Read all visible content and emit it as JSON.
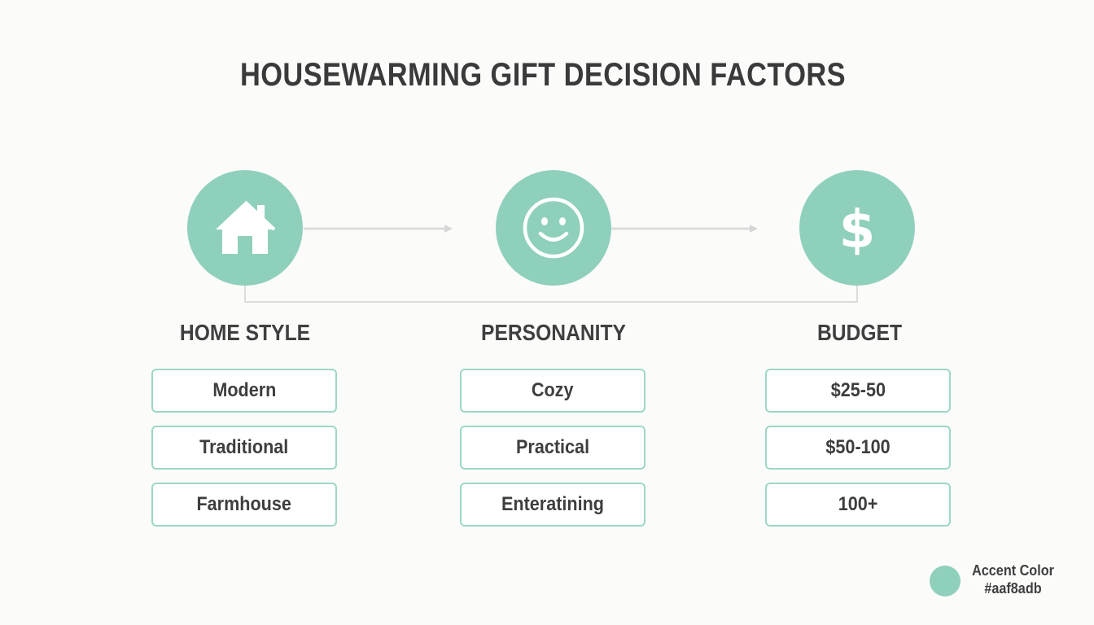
{
  "title": "HOUSEWARMING GIFT DECISION FACTORS",
  "accent_color": "#aaf8adb",
  "columns": [
    {
      "icon": "house-icon",
      "title": "HOME STYLE",
      "options": [
        "Modern",
        "Traditional",
        "Farmhouse"
      ]
    },
    {
      "icon": "smiley-icon",
      "title": "PERSONANITY",
      "options": [
        "Cozy",
        "Practical",
        "Enteratining"
      ]
    },
    {
      "icon": "dollar-icon",
      "title": "BUDGET",
      "options": [
        "$25-50",
        "$50-100",
        "100+"
      ]
    }
  ],
  "legend": {
    "label": "Accent Color",
    "value": "#aaf8adb"
  }
}
